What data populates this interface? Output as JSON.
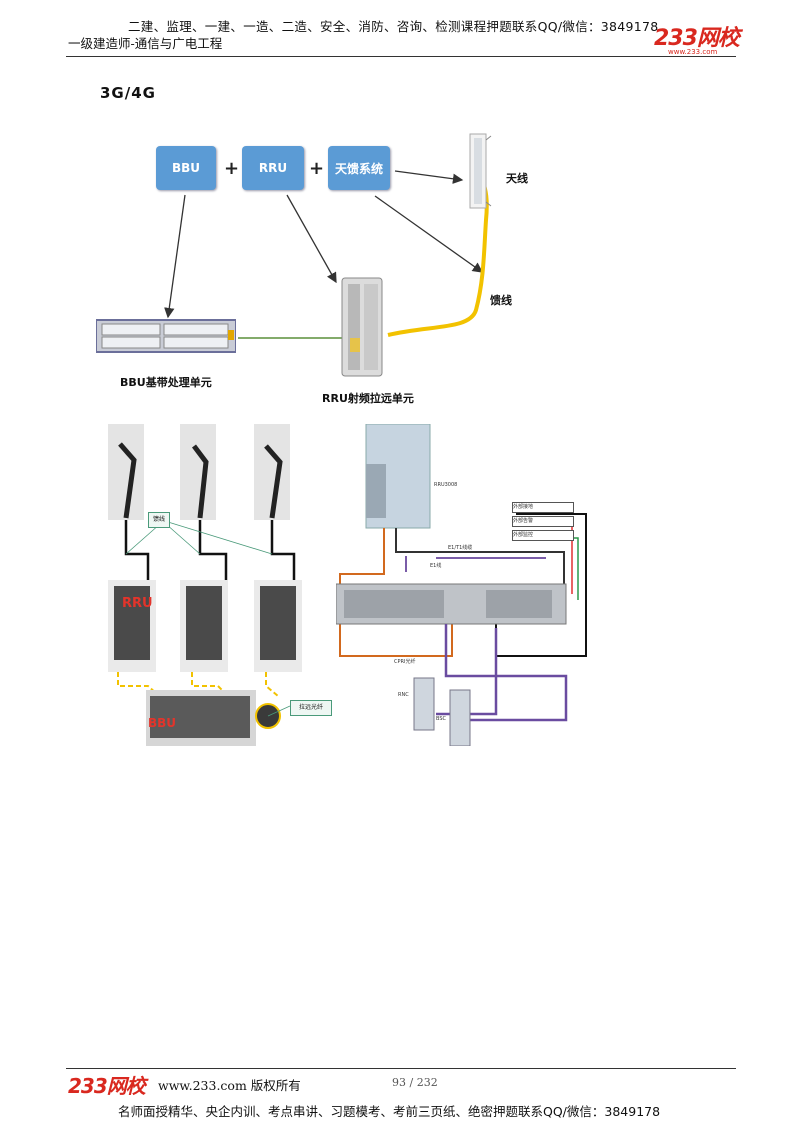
{
  "header": {
    "line1": "二建、监理、一建、一造、二造、安全、消防、咨询、检测课程押题联系QQ/微信：3849178",
    "line2": "一级建造师-通信与广电工程",
    "logo_main": "233网校",
    "logo_sub": "www.233.com"
  },
  "section": {
    "title": "3G/4G"
  },
  "diagram": {
    "boxes": {
      "bbu": "BBU",
      "rru": "RRU",
      "feeder_system": "天馈系统"
    },
    "plus": "+",
    "labels": {
      "antenna": "天线",
      "feeder": "馈线",
      "bbu_unit": "BBU基带处理单元",
      "rru_unit": "RRU射频拉远单元"
    }
  },
  "photo_left": {
    "callout_feeder": "馈线",
    "rru_label": "RRU",
    "bbu_label": "BBU",
    "callout_fiber": "拉远光纤"
  },
  "photo_right": {
    "rru_model": "RRU3008",
    "bsc": "BSC",
    "rnc": "RNC",
    "cpri": "CPRI光纤",
    "e1_cable": "E1/T1线缆",
    "e1": "E1线",
    "env_box1": "外部接地",
    "env_box2": "外部告警",
    "env_box3": "外部监控"
  },
  "footer": {
    "logo": "233网校",
    "url": "www.233.com 版权所有",
    "page": "93 / 232",
    "bottom_line": "名师面授精华、央企内训、考点串讲、习题模考、考前三页纸、绝密押题联系QQ/微信：3849178"
  },
  "colors": {
    "box_blue": "#5b9bd5",
    "logo_red": "#d9281f",
    "feeder_yellow": "#f2c200",
    "fiber_green": "#5a8f3a"
  }
}
